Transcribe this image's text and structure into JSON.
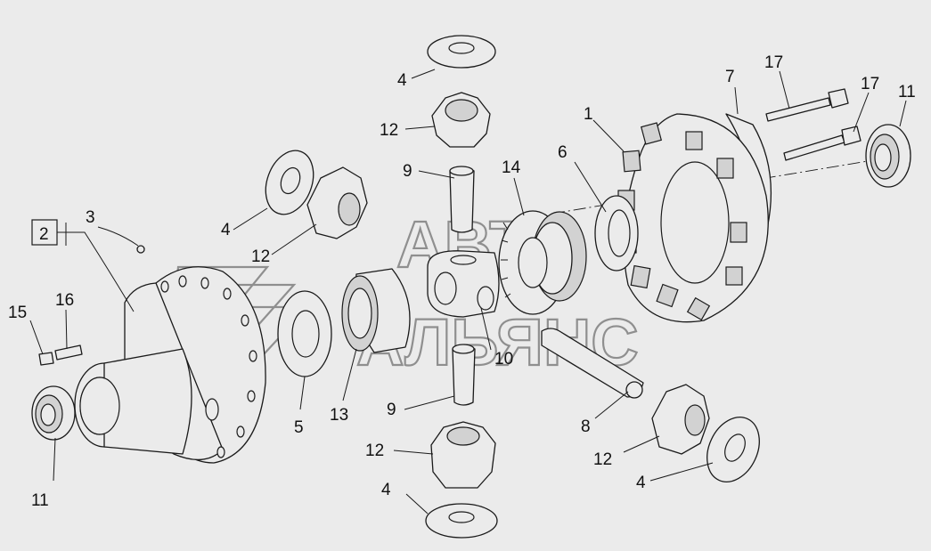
{
  "watermark": {
    "line1": "АВТО",
    "line2": "АЛЬЯНС"
  },
  "callouts": [
    {
      "id": "c1",
      "text": "1"
    },
    {
      "id": "c2",
      "text": "2"
    },
    {
      "id": "c3",
      "text": "3"
    },
    {
      "id": "c4a",
      "text": "4"
    },
    {
      "id": "c4b",
      "text": "4"
    },
    {
      "id": "c4c",
      "text": "4"
    },
    {
      "id": "c4d",
      "text": "4"
    },
    {
      "id": "c5",
      "text": "5"
    },
    {
      "id": "c6",
      "text": "6"
    },
    {
      "id": "c7",
      "text": "7"
    },
    {
      "id": "c8",
      "text": "8"
    },
    {
      "id": "c9a",
      "text": "9"
    },
    {
      "id": "c9b",
      "text": "9"
    },
    {
      "id": "c10",
      "text": "10"
    },
    {
      "id": "c11a",
      "text": "11"
    },
    {
      "id": "c11b",
      "text": "11"
    },
    {
      "id": "c12a",
      "text": "12"
    },
    {
      "id": "c12b",
      "text": "12"
    },
    {
      "id": "c12c",
      "text": "12"
    },
    {
      "id": "c12d",
      "text": "12"
    },
    {
      "id": "c13",
      "text": "13"
    },
    {
      "id": "c14",
      "text": "14"
    },
    {
      "id": "c15",
      "text": "15"
    },
    {
      "id": "c16",
      "text": "16"
    },
    {
      "id": "c17a",
      "text": "17"
    },
    {
      "id": "c17b",
      "text": "17"
    }
  ]
}
